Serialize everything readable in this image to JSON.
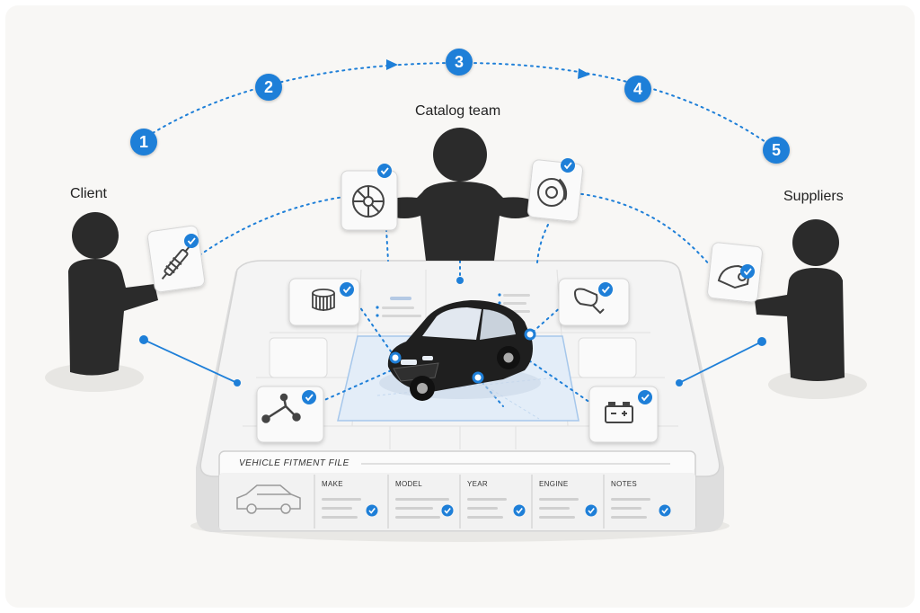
{
  "actors": {
    "client": "Client",
    "catalog_team": "Catalog team",
    "suppliers": "Suppliers"
  },
  "steps": [
    "1",
    "2",
    "3",
    "4",
    "5"
  ],
  "fitment_file": {
    "title": "VEHICLE FITMENT FILE",
    "columns": [
      "MAKE",
      "MODEL",
      "YEAR",
      "ENGINE",
      "NOTES"
    ]
  },
  "colors": {
    "accent": "#1e7fd8",
    "figure": "#2b2b2b",
    "platform": "#f2f2f2"
  },
  "icons": [
    "shock-absorber-icon",
    "wheel-icon",
    "brake-disc-icon",
    "headlight-icon",
    "air-filter-icon",
    "mirror-icon",
    "suspension-arm-icon",
    "battery-icon",
    "car-icon",
    "check-icon"
  ]
}
